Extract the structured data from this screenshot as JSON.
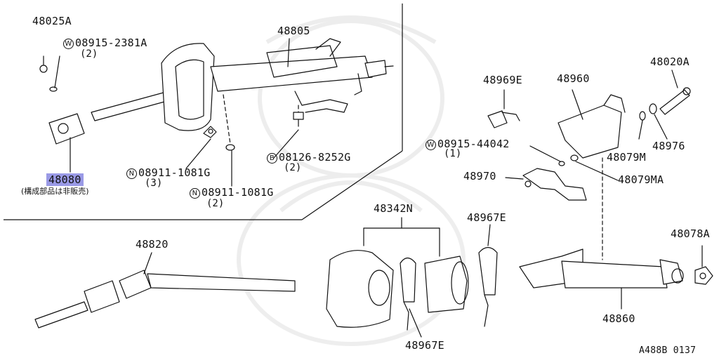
{
  "callouts": {
    "p48025A": "48025A",
    "p48805": "48805",
    "p48080": "48080",
    "p48080_note": "(構成部品は非販売)",
    "p48969E": "48969E",
    "p48960": "48960",
    "p48020A": "48020A",
    "p48976": "48976",
    "p48079M": "48079M",
    "p48079MA": "48079MA",
    "p48970": "48970",
    "p48342N": "48342N",
    "p48967E_top": "48967E",
    "p48967E_bottom": "48967E",
    "p48820": "48820",
    "p48860": "48860",
    "p48078A": "48078A"
  },
  "fasteners": {
    "w1": {
      "symbol": "W",
      "part": "08915-2381A",
      "qty": "(2)"
    },
    "b1": {
      "symbol": "B",
      "part": "08126-8252G",
      "qty": "(2)"
    },
    "n1": {
      "symbol": "N",
      "part": "08911-1081G",
      "qty": "(3)"
    },
    "n2": {
      "symbol": "N",
      "part": "08911-1081G",
      "qty": "(2)"
    },
    "w2": {
      "symbol": "W",
      "part": "08915-44042",
      "qty": "(1)"
    }
  },
  "footer": {
    "code": "A488B 0137"
  },
  "highlight_color": "#9a9ae6",
  "line_color": "#111111"
}
